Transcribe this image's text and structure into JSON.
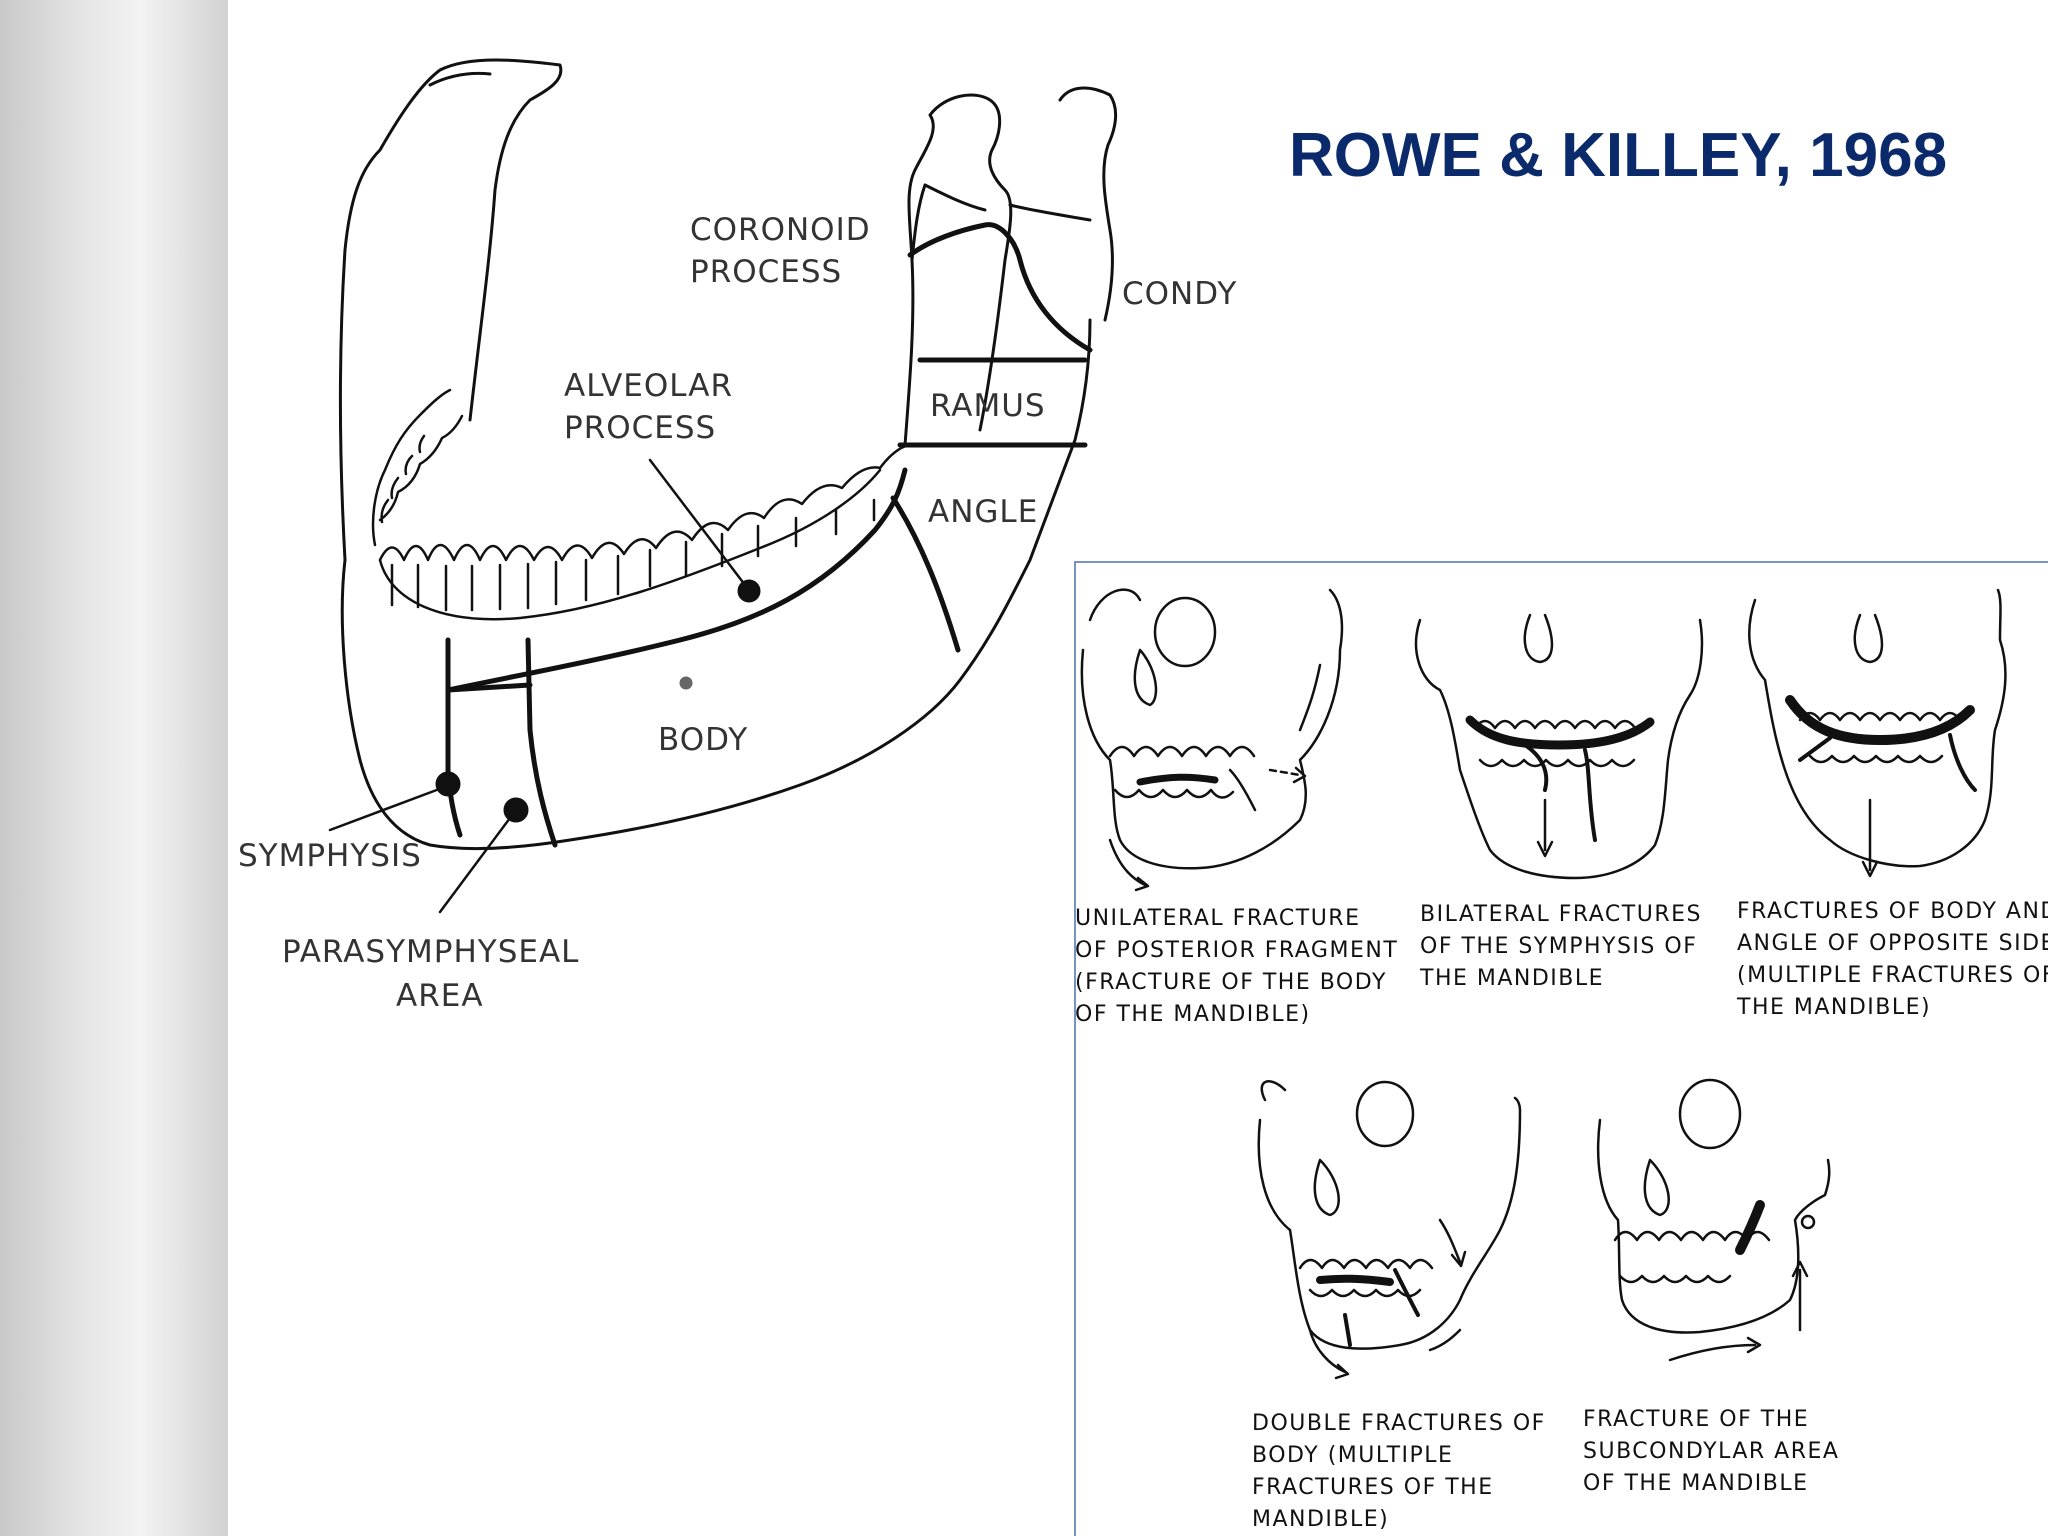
{
  "slide": {
    "title": "ROWE & KILLEY, 1968",
    "accent_color": "#0b2a6b"
  },
  "mandible_diagram": {
    "labels": {
      "coronoid_1": "CORONOID",
      "coronoid_2": "PROCESS",
      "condyle": "CONDY",
      "alveolar_1": "ALVEOLAR",
      "alveolar_2": "PROCESS",
      "ramus": "RAMUS",
      "angle": "ANGLE",
      "body": "BODY",
      "symphysis": "SYMPHYSIS",
      "parasymphyseal_1": "PARASYMPHYSEAL",
      "parasymphyseal_2": "AREA"
    }
  },
  "fracture_panels": [
    {
      "lines": [
        "UNILATERAL FRACTURE",
        "OF POSTERIOR FRAGMENT",
        "(FRACTURE OF THE BODY",
        "OF THE MANDIBLE)"
      ]
    },
    {
      "lines": [
        "BILATERAL FRACTURES",
        "OF THE SYMPHYSIS OF",
        "THE MANDIBLE"
      ]
    },
    {
      "lines": [
        "FRACTURES OF BODY AND",
        "ANGLE OF OPPOSITE SIDE",
        "(MULTIPLE FRACTURES OF",
        "THE MANDIBLE)"
      ]
    },
    {
      "lines": [
        "DOUBLE FRACTURES OF",
        "BODY (MULTIPLE",
        "FRACTURES OF THE",
        "MANDIBLE)"
      ]
    },
    {
      "lines": [
        "FRACTURE OF THE",
        "SUBCONDYLAR AREA",
        "OF THE MANDIBLE"
      ]
    }
  ]
}
